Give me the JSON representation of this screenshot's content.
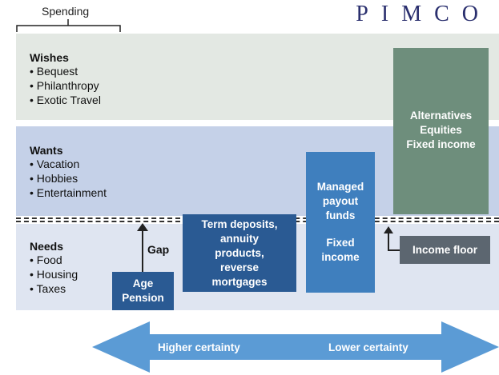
{
  "header": {
    "spending_label": "Spending",
    "logo": "PIMCO"
  },
  "bands": {
    "wishes": {
      "title": "Wishes",
      "items": [
        "Bequest",
        "Philanthropy",
        "Exotic Travel"
      ]
    },
    "wants": {
      "title": "Wants",
      "items": [
        "Vacation",
        "Hobbies",
        "Entertainment"
      ]
    },
    "needs": {
      "title": "Needs",
      "items": [
        "Food",
        "Housing",
        "Taxes"
      ]
    }
  },
  "boxes": {
    "alternatives": [
      "Alternatives",
      "Equities",
      "Fixed income"
    ],
    "managed": [
      "Managed",
      "payout",
      "funds",
      "",
      "Fixed",
      "income"
    ],
    "term": [
      "Term deposits,",
      "annuity",
      "products,",
      "reverse",
      "mortgages"
    ],
    "age_pension": [
      "Age",
      "Pension"
    ],
    "income_floor": "Income floor"
  },
  "gap_label": "Gap",
  "certainty": {
    "left": "Higher certainty",
    "right": "Lower certainty"
  },
  "colors": {
    "wishes_band": "#e3e8e3",
    "wants_band": "#c5d1e8",
    "needs_band": "#dfe5f1",
    "alternatives_box": "#6e8e7c",
    "managed_box": "#3f7fbe",
    "dark_blue_box": "#2a5a93",
    "income_floor_box": "#5c6670",
    "arrow": "#5b9bd5",
    "logo": "#2a2f6e"
  }
}
